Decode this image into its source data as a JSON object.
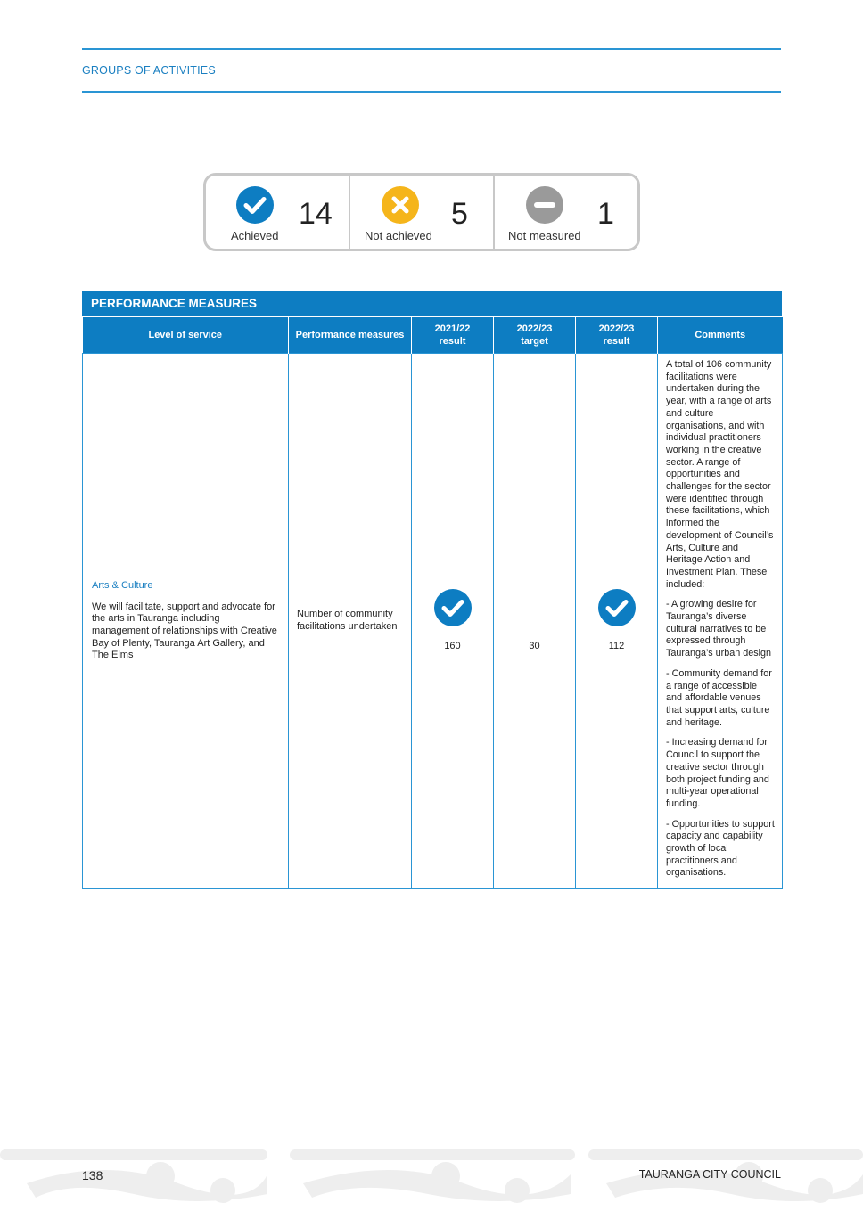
{
  "header": {
    "section_title": "GROUPS OF ACTIVITIES"
  },
  "summary": [
    {
      "icon": "check-circle-icon",
      "color": "#0d7dc2",
      "label": "Achieved",
      "count": "14"
    },
    {
      "icon": "x-circle-icon",
      "color": "#f5b51b",
      "label": "Not achieved",
      "count": "5"
    },
    {
      "icon": "minus-circle-icon",
      "color": "#9a9a9a",
      "label": "Not measured",
      "count": "1"
    }
  ],
  "table": {
    "title": "PERFORMANCE MEASURES",
    "headers": {
      "level": "Level of service",
      "measure": "Performance measures",
      "r2122_line1": "2021/22",
      "r2122_line2": "result",
      "t2223_line1": "2022/23",
      "t2223_line2": "target",
      "r2223_line1": "2022/23",
      "r2223_line2": "result",
      "comments": "Comments"
    },
    "row": {
      "level_title": "Arts & Culture",
      "level_text": "We will facilitate, support and advocate for the arts in Tauranga including management of relationships with Creative Bay of Plenty, Tauranga Art Gallery, and The Elms",
      "measure": "Number of community facilitations undertaken",
      "result_2122": "160",
      "result_2122_status": "achieved",
      "target_2223": "30",
      "result_2223": "112",
      "result_2223_status": "achieved",
      "comments": [
        "A total of 106 community facilitations were undertaken during the year, with a range of arts and culture organisations, and with individual practitioners working in the creative sector. A range of opportunities and challenges for the sector were identified through these facilitations, which informed the development of Council’s Arts, Culture and Heritage Action and Investment Plan. These included:",
        "- A growing desire for Tauranga’s diverse cultural narratives to be expressed through Tauranga’s urban design",
        "- Community demand for a range of accessible and affordable venues that support arts, culture and heritage.",
        "- Increasing demand for Council to support the creative sector through both project funding and multi-year operational funding.",
        "- Opportunities to support capacity and capability growth of local practitioners and organisations."
      ]
    }
  },
  "footer": {
    "page_number": "138",
    "organisation": "TAURANGA CITY COUNCIL"
  }
}
